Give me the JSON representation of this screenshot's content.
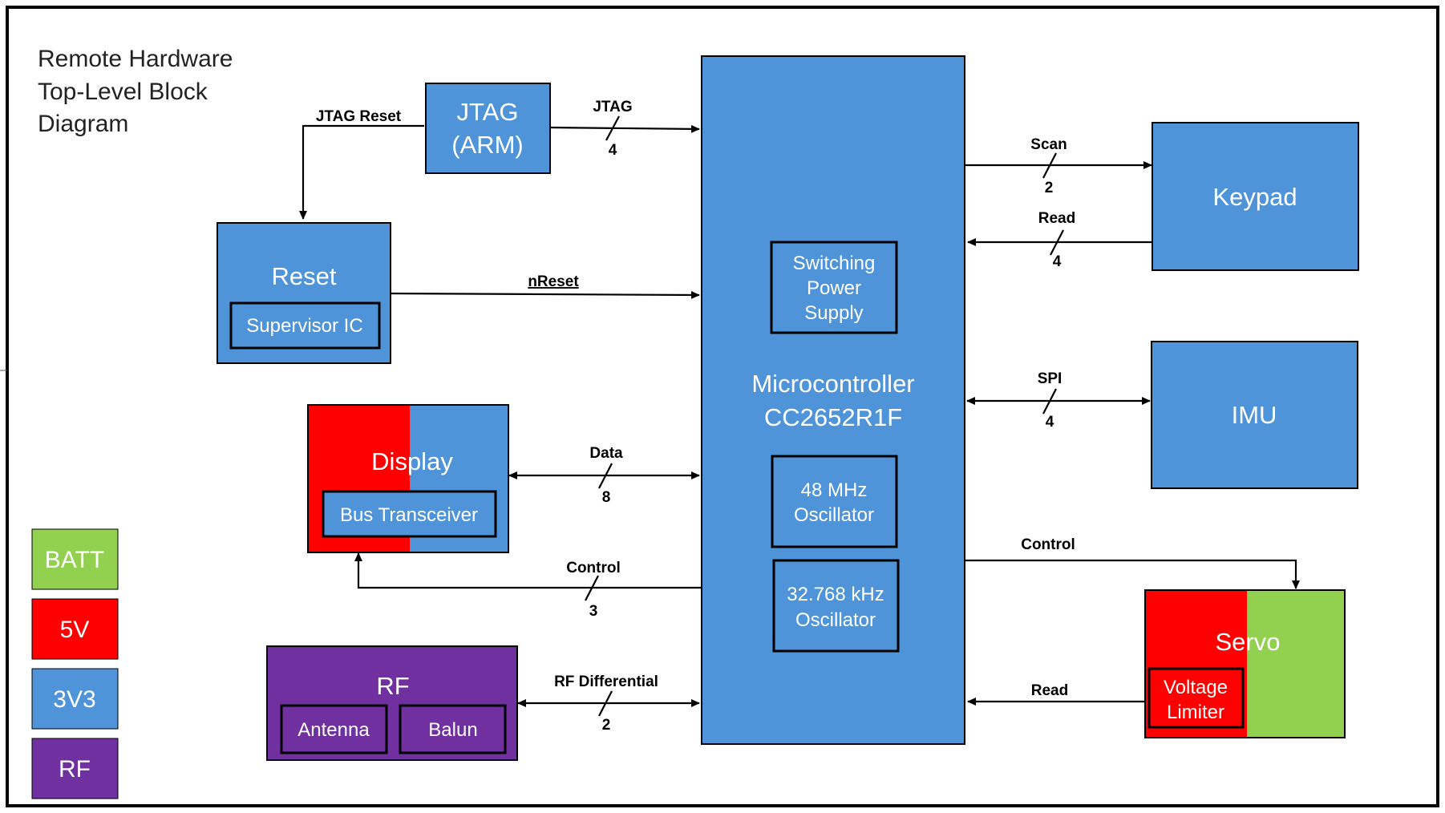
{
  "title": [
    "Remote Hardware",
    "Top-Level Block",
    "Diagram"
  ],
  "blocks": {
    "jtag": [
      "JTAG",
      "(ARM)"
    ],
    "reset": "Reset",
    "supervisor": "Supervisor IC",
    "display": "Display",
    "bus_transceiver": "Bus Transceiver",
    "rf": "RF",
    "antenna": "Antenna",
    "balun": "Balun",
    "mcu": [
      "Microcontroller",
      "CC2652R1F"
    ],
    "switching": [
      "Switching",
      "Power",
      "Supply"
    ],
    "osc48": [
      "48 MHz",
      "Oscillator"
    ],
    "osc32": [
      "32.768 kHz",
      "Oscillator"
    ],
    "keypad": "Keypad",
    "imu": "IMU",
    "servo": "Servo",
    "voltage_limiter": [
      "Voltage",
      "Limiter"
    ]
  },
  "signals": {
    "jtag_reset": "JTAG Reset",
    "jtag": {
      "label": "JTAG",
      "width": "4"
    },
    "nreset": "nReset",
    "data": {
      "label": "Data",
      "width": "8"
    },
    "control_display": {
      "label": "Control",
      "width": "3"
    },
    "rf_diff": {
      "label": "RF Differential",
      "width": "2"
    },
    "scan": {
      "label": "Scan",
      "width": "2"
    },
    "read_keypad": {
      "label": "Read",
      "width": "4"
    },
    "spi": {
      "label": "SPI",
      "width": "4"
    },
    "control_servo": "Control",
    "read_servo": "Read"
  },
  "legend": [
    {
      "label": "BATT",
      "color": "#92D050"
    },
    {
      "label": "5V",
      "color": "#FF0000"
    },
    {
      "label": "3V3",
      "color": "#4F94D9"
    },
    {
      "label": "RF",
      "color": "#7030A0"
    }
  ],
  "colors": {
    "blue": "#4F94D9",
    "red": "#FF0000",
    "green": "#92D050",
    "purple": "#7030A0"
  }
}
